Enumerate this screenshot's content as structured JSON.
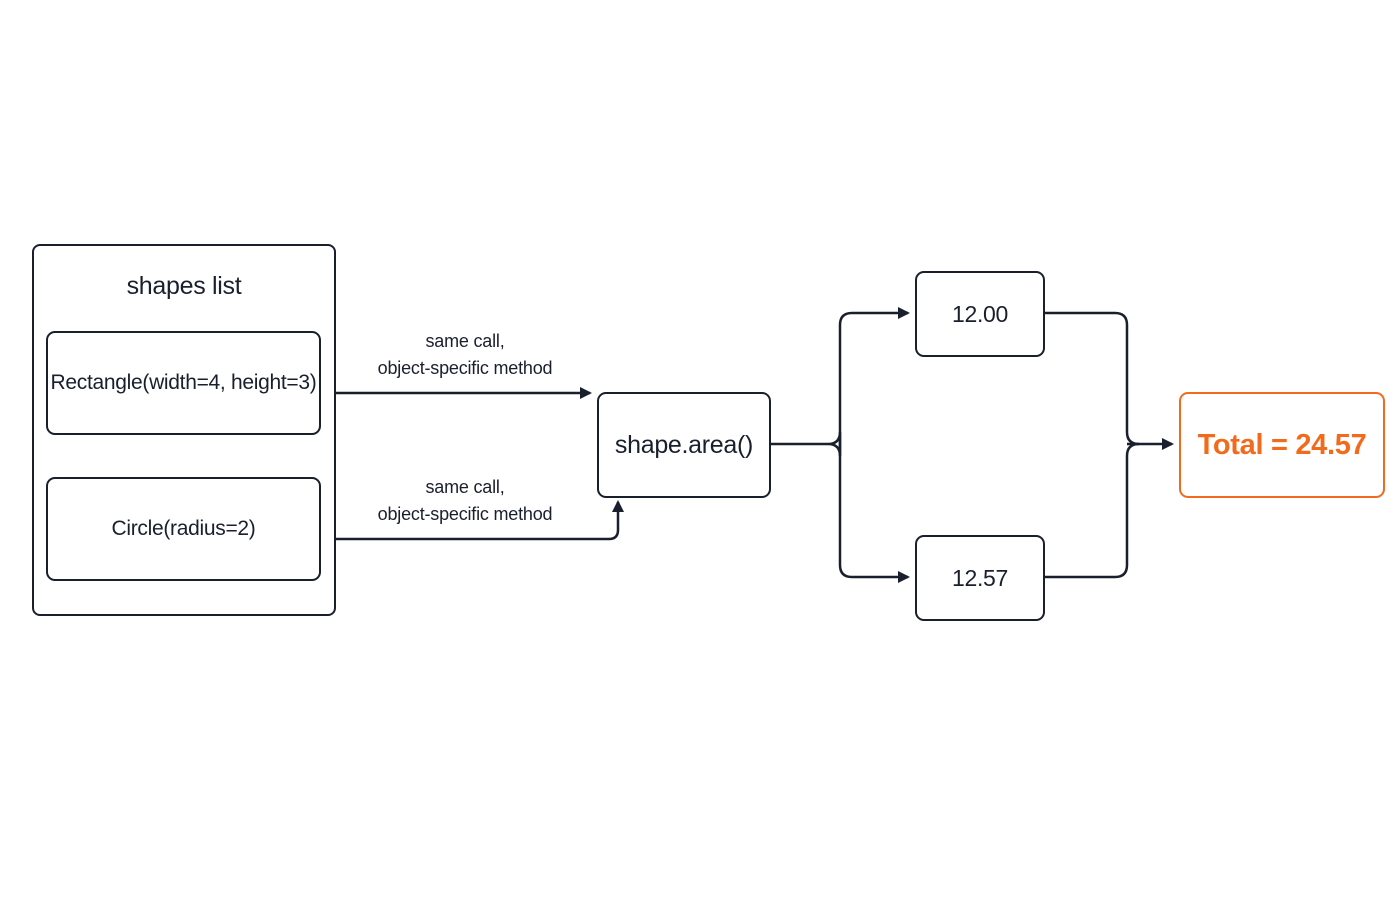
{
  "shapes_list": {
    "title": "shapes list",
    "items": [
      {
        "label": "Rectangle(width=4, height=3)"
      },
      {
        "label": "Circle(radius=2)"
      }
    ]
  },
  "edge_labels": [
    {
      "line1": "same call,",
      "line2": "object-specific method"
    },
    {
      "line1": "same call,",
      "line2": "object-specific method"
    }
  ],
  "call": {
    "label": "shape.area()"
  },
  "results": [
    {
      "value": "12.00"
    },
    {
      "value": "12.57"
    }
  ],
  "total": {
    "label": "Total = 24.57"
  },
  "colors": {
    "stroke": "#1a1f2e",
    "accent": "#f26b1d",
    "background": "#ffffff"
  }
}
